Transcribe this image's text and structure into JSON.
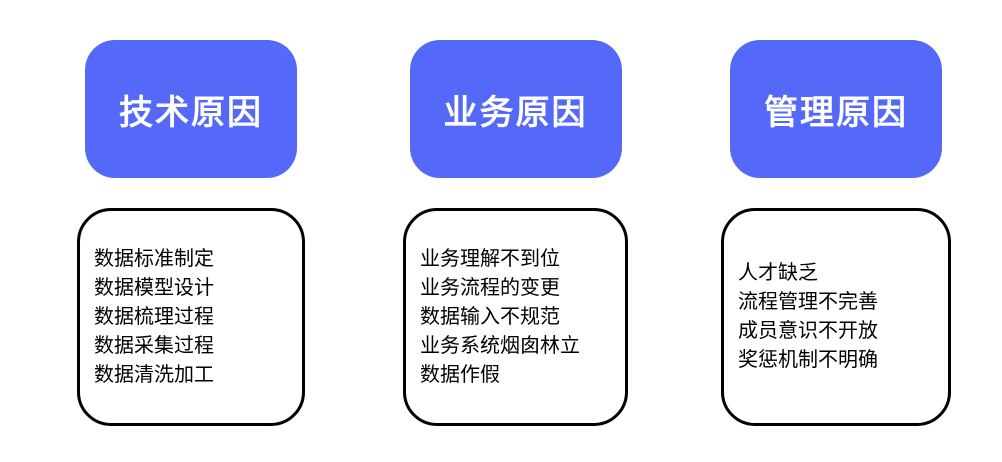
{
  "diagram": {
    "accent_color": "#5569F8",
    "header_text_color": "#FFFFFF",
    "list_border_color": "#000000",
    "list_text_color": "#000000",
    "columns": [
      {
        "title": "技术原因",
        "items": [
          "数据标准制定",
          "数据模型设计",
          "数据梳理过程",
          "数据采集过程",
          "数据清洗加工"
        ]
      },
      {
        "title": "业务原因",
        "items": [
          "业务理解不到位",
          "业务流程的变更",
          "数据输入不规范",
          "业务系统烟囱林立",
          "数据作假"
        ]
      },
      {
        "title": "管理原因",
        "items": [
          "人才缺乏",
          "流程管理不完善",
          "成员意识不开放",
          "奖惩机制不明确"
        ]
      }
    ]
  }
}
